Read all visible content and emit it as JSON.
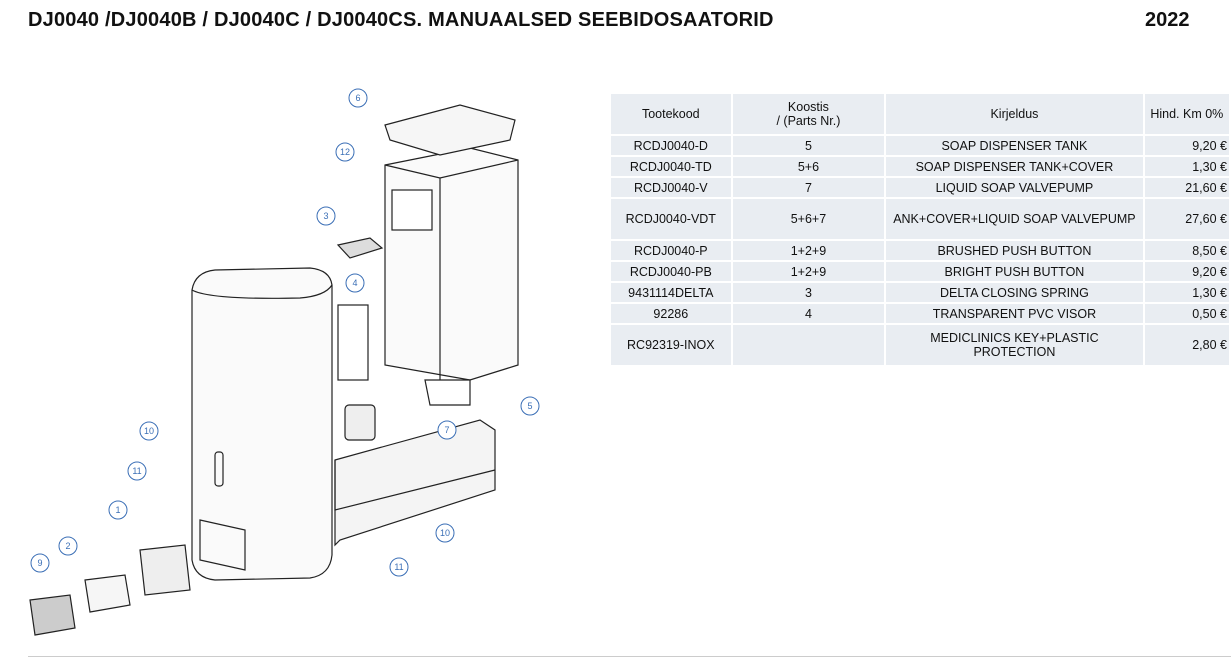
{
  "header": {
    "title": "DJ0040 /DJ0040B / DJ0040C / DJ0040CS.    MANUAALSED SEEBIDOSAATORID",
    "year": "2022"
  },
  "table": {
    "headers": [
      "Tootekood",
      "Koostis",
      "/ (Parts Nr.)",
      "Kirjeldus",
      "Hind. Km 0%"
    ],
    "rows": [
      {
        "code": "RCDJ0040-D",
        "parts": "5",
        "desc": "SOAP DISPENSER TANK",
        "price": "9,20 €"
      },
      {
        "code": "RCDJ0040-TD",
        "parts": "5+6",
        "desc": "SOAP DISPENSER TANK+COVER",
        "price": "1,30 €"
      },
      {
        "code": "RCDJ0040-V",
        "parts": "7",
        "desc": "LIQUID SOAP VALVEPUMP",
        "price": "21,60 €"
      },
      {
        "code": "RCDJ0040-VDT",
        "parts": "5+6+7",
        "desc": "ANK+COVER+LIQUID SOAP VALVEPUMP",
        "price": "27,60 €"
      },
      {
        "code": "RCDJ0040-P",
        "parts": "1+2+9",
        "desc": "BRUSHED PUSH BUTTON",
        "price": "8,50 €"
      },
      {
        "code": "RCDJ0040-PB",
        "parts": "1+2+9",
        "desc": "BRIGHT PUSH BUTTON",
        "price": "9,20 €"
      },
      {
        "code": "9431114DELTA",
        "parts": "3",
        "desc": "DELTA CLOSING SPRING",
        "price": "1,30 €"
      },
      {
        "code": "92286",
        "parts": "4",
        "desc": "TRANSPARENT PVC VISOR",
        "price": "0,50 €"
      },
      {
        "code": "RC92319-INOX",
        "parts": "",
        "desc": "MEDICLINICS KEY+PLASTIC PROTECTION",
        "price": "2,80 €"
      }
    ]
  },
  "diagram": {
    "callouts": [
      "6",
      "12",
      "3",
      "4",
      "10",
      "11",
      "1",
      "2",
      "9",
      "7",
      "5",
      "10",
      "11"
    ]
  }
}
